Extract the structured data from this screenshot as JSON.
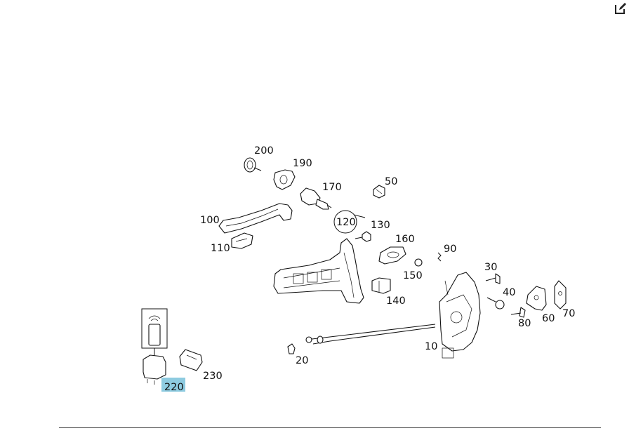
{
  "toolbar": {
    "edit_icon": "edit-icon"
  },
  "diagram": {
    "highlight_color": "#8ecbe0",
    "callouts": {
      "c200": "200",
      "c190": "190",
      "c170": "170",
      "c50": "50",
      "c100": "100",
      "c110": "110",
      "c120": "120",
      "c130": "130",
      "c160": "160",
      "c90": "90",
      "c150": "150",
      "c140": "140",
      "c30": "30",
      "c40": "40",
      "c80": "80",
      "c60": "60",
      "c70": "70",
      "c10": "10",
      "c20": "20",
      "c220": "220",
      "c230": "230"
    },
    "highlighted": "220"
  }
}
